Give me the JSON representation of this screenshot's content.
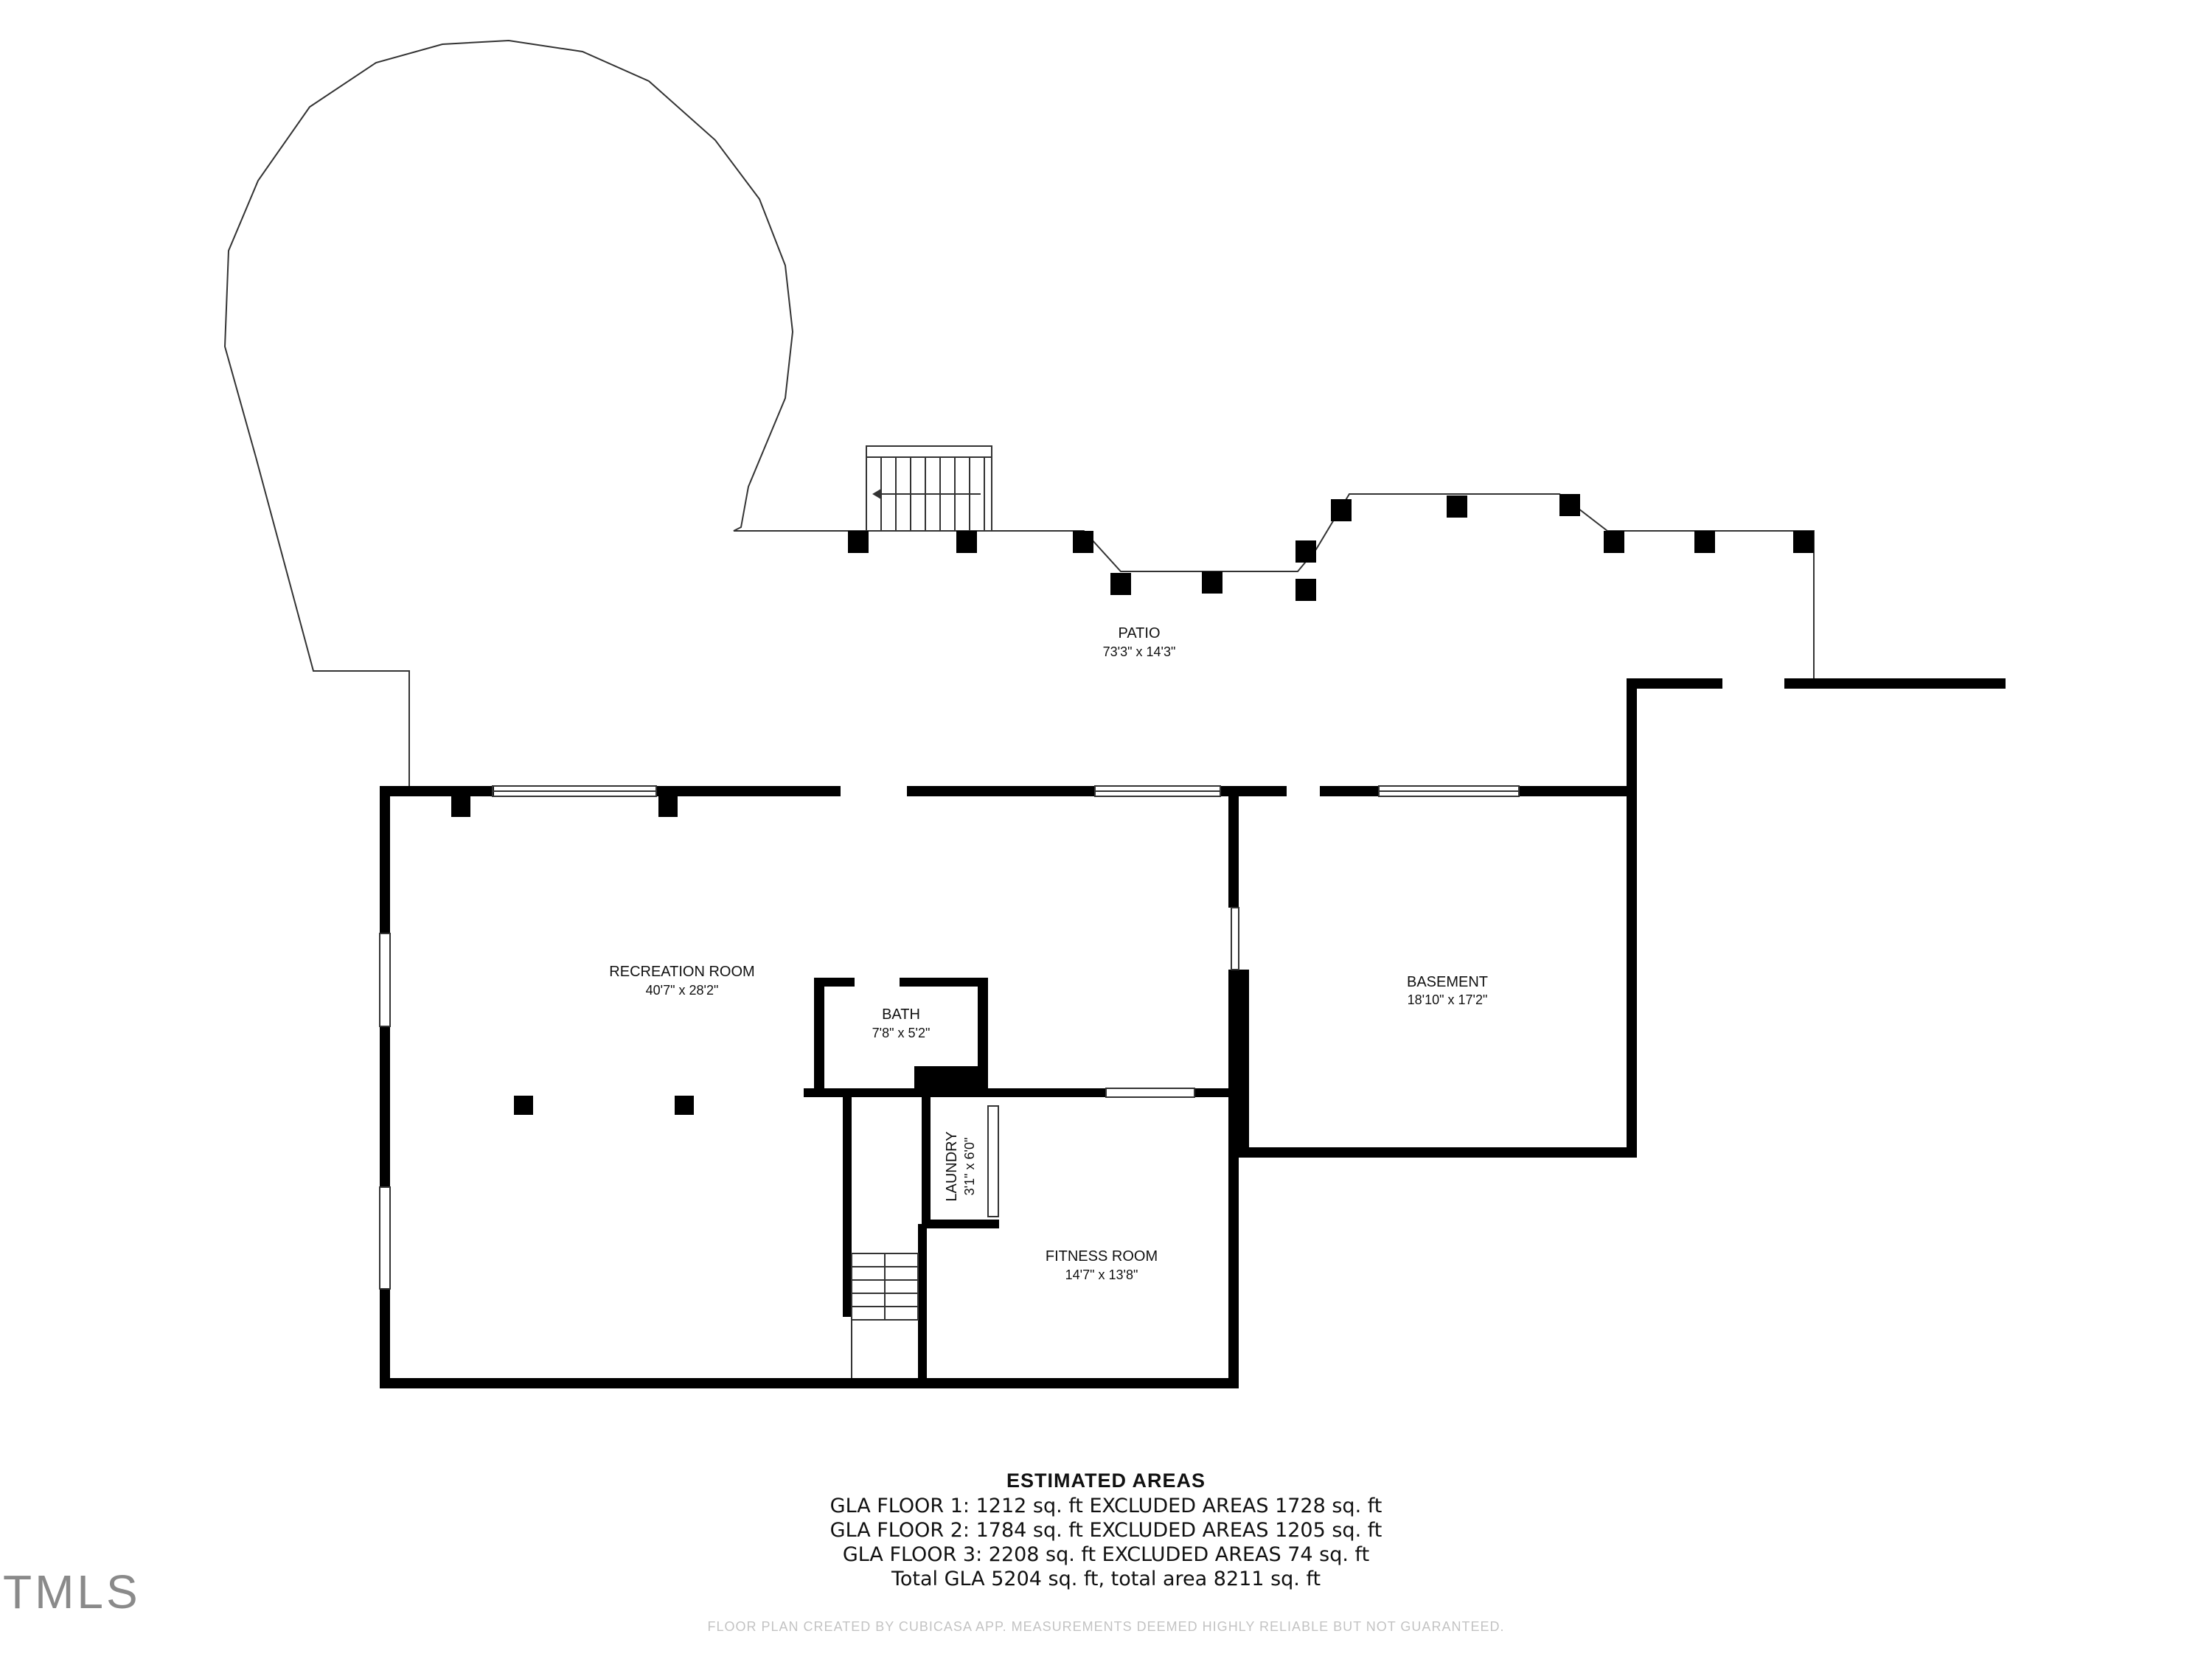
{
  "rooms": {
    "patio": {
      "name": "PATIO",
      "dims": "73'3\" x 14'3\""
    },
    "recreation": {
      "name": "RECREATION ROOM",
      "dims": "40'7\" x 28'2\""
    },
    "bath": {
      "name": "BATH",
      "dims": "7'8\" x 5'2\""
    },
    "basement": {
      "name": "BASEMENT",
      "dims": "18'10\" x 17'2\""
    },
    "laundry": {
      "name": "LAUNDRY",
      "dims": "3'1\" x 6'0\""
    },
    "fitness": {
      "name": "FITNESS ROOM",
      "dims": "14'7\" x 13'8\""
    }
  },
  "estimated_areas": {
    "title": "ESTIMATED AREAS",
    "lines": [
      "GLA FLOOR 1: 1212 sq. ft EXCLUDED AREAS 1728 sq. ft",
      "GLA FLOOR 2: 1784 sq. ft EXCLUDED AREAS 1205 sq. ft",
      "GLA FLOOR 3: 2208 sq. ft EXCLUDED AREAS 74 sq. ft",
      "Total GLA 5204 sq. ft, total area 8211 sq. ft"
    ]
  },
  "footer_note": "FLOOR PLAN CREATED BY CUBICASA APP. MEASUREMENTS DEEMED HIGHLY RELIABLE BUT NOT GUARANTEED.",
  "logo_text": "TMLS"
}
